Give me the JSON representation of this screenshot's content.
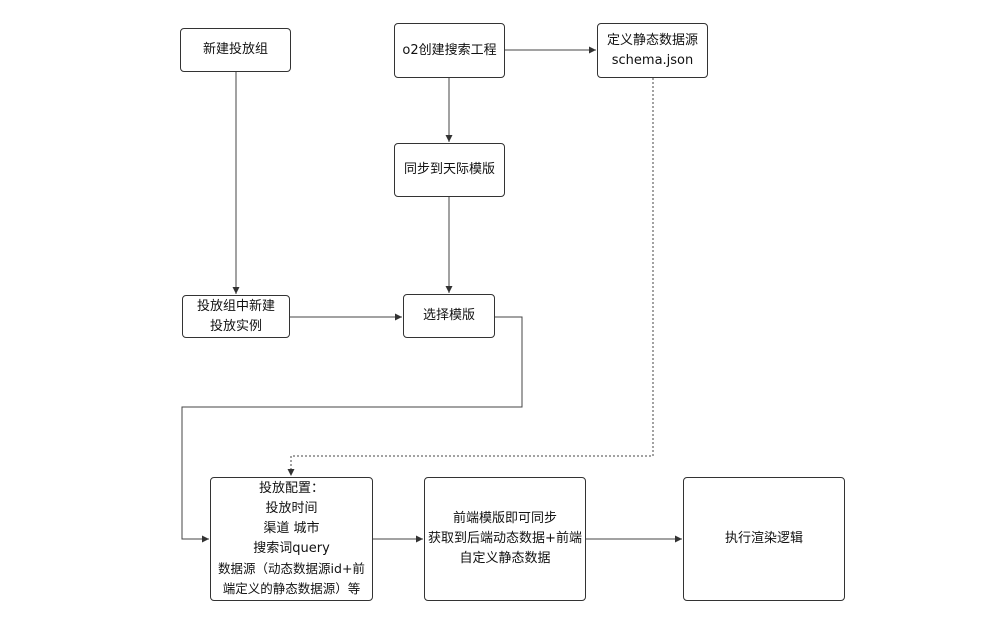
{
  "diagram": {
    "nodes": {
      "new_group": {
        "lines": [
          "新建投放组"
        ]
      },
      "o2_project": {
        "lines": [
          "o2创建搜索工程"
        ]
      },
      "static_schema": {
        "lines": [
          "定义静态数据源",
          "schema.json"
        ]
      },
      "sync_tianji": {
        "lines": [
          "同步到天际模版"
        ]
      },
      "new_instance": {
        "lines": [
          "投放组中新建",
          "投放实例"
        ]
      },
      "select_template": {
        "lines": [
          "选择模版"
        ]
      },
      "config": {
        "lines": [
          "投放配置：",
          "投放时间",
          "渠道 城市",
          "搜索词query",
          "数据源（动态数据源id+前",
          "端定义的静态数据源）等"
        ]
      },
      "frontend_sync": {
        "lines": [
          "前端模版即可同步",
          "获取到后端动态数据+前端",
          "自定义静态数据"
        ]
      },
      "render": {
        "lines": [
          "执行渲染逻辑"
        ]
      }
    },
    "edges": [
      {
        "from": "new_group",
        "to": "new_instance",
        "style": "solid"
      },
      {
        "from": "o2_project",
        "to": "static_schema",
        "style": "solid"
      },
      {
        "from": "o2_project",
        "to": "sync_tianji",
        "style": "solid"
      },
      {
        "from": "sync_tianji",
        "to": "select_template",
        "style": "solid"
      },
      {
        "from": "new_instance",
        "to": "select_template",
        "style": "solid"
      },
      {
        "from": "select_template",
        "to": "config",
        "style": "solid"
      },
      {
        "from": "static_schema",
        "to": "config",
        "style": "dotted"
      },
      {
        "from": "config",
        "to": "frontend_sync",
        "style": "solid"
      },
      {
        "from": "frontend_sync",
        "to": "render",
        "style": "solid"
      }
    ]
  }
}
